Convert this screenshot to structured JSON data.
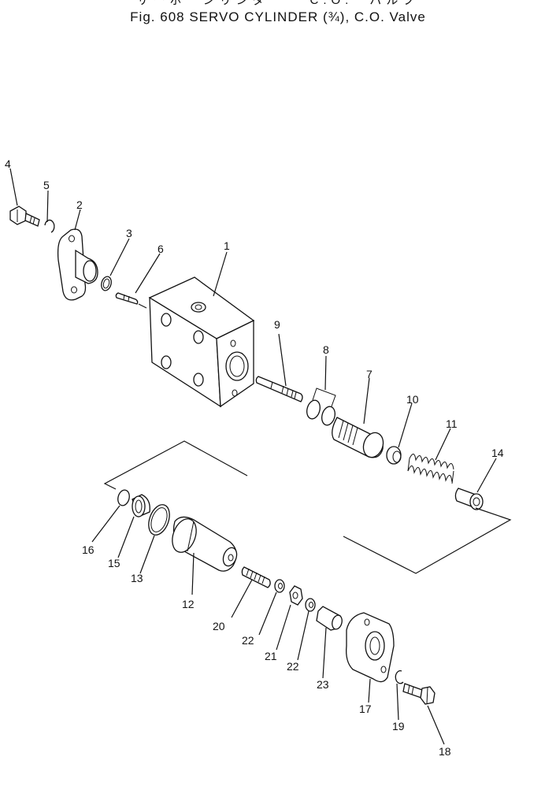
{
  "header": {
    "title_jp": "サーボ　シリンダ　　ᐧC.O.　バルブ",
    "title": "Fig. 608   SERVO CYLINDER (¾), C.O. Valve"
  },
  "callouts": {
    "c1": "1",
    "c2": "2",
    "c3": "3",
    "c4": "4",
    "c5": "5",
    "c6": "6",
    "c7": "7",
    "c8": "8",
    "c9": "9",
    "c10": "10",
    "c11": "11",
    "c12": "12",
    "c13": "13",
    "c14": "14",
    "c15": "15",
    "c16": "16",
    "c17": "17",
    "c18": "18",
    "c19": "19",
    "c20": "20",
    "c21": "21",
    "c22a": "22",
    "c22b": "22",
    "c23": "23"
  }
}
